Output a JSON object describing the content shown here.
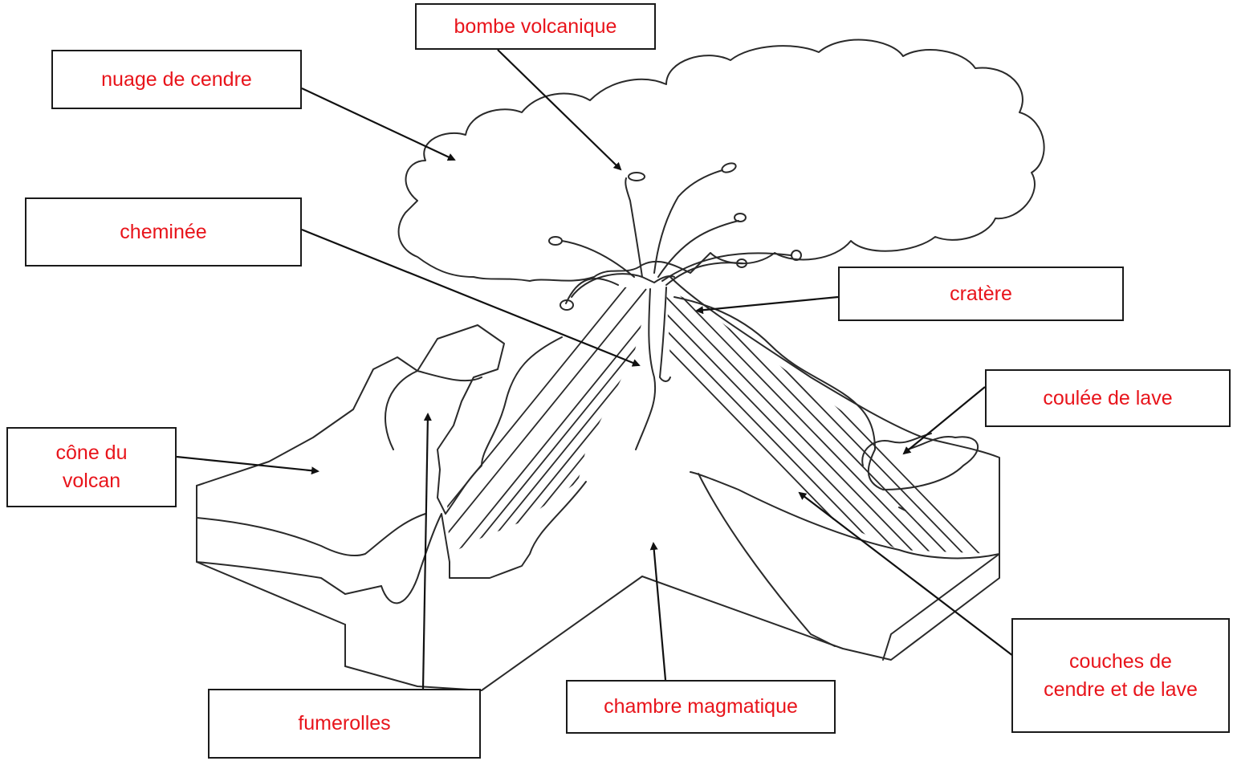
{
  "labels": {
    "bombe": "bombe volcanique",
    "nuage": "nuage de cendre",
    "cheminee": "cheminée",
    "cratere": "cratère",
    "coulee": "coulée de lave",
    "cone_line1": "cône du",
    "cone_line2": "volcan",
    "couches_line1": "couches de",
    "couches_line2": "cendre et de lave",
    "chambre": "chambre magmatique",
    "fumerolles": "fumerolles"
  },
  "colors": {
    "label_text": "#e8141b",
    "drawing_stroke": "#2a2a2a",
    "box_border": "#1a1a1a"
  }
}
